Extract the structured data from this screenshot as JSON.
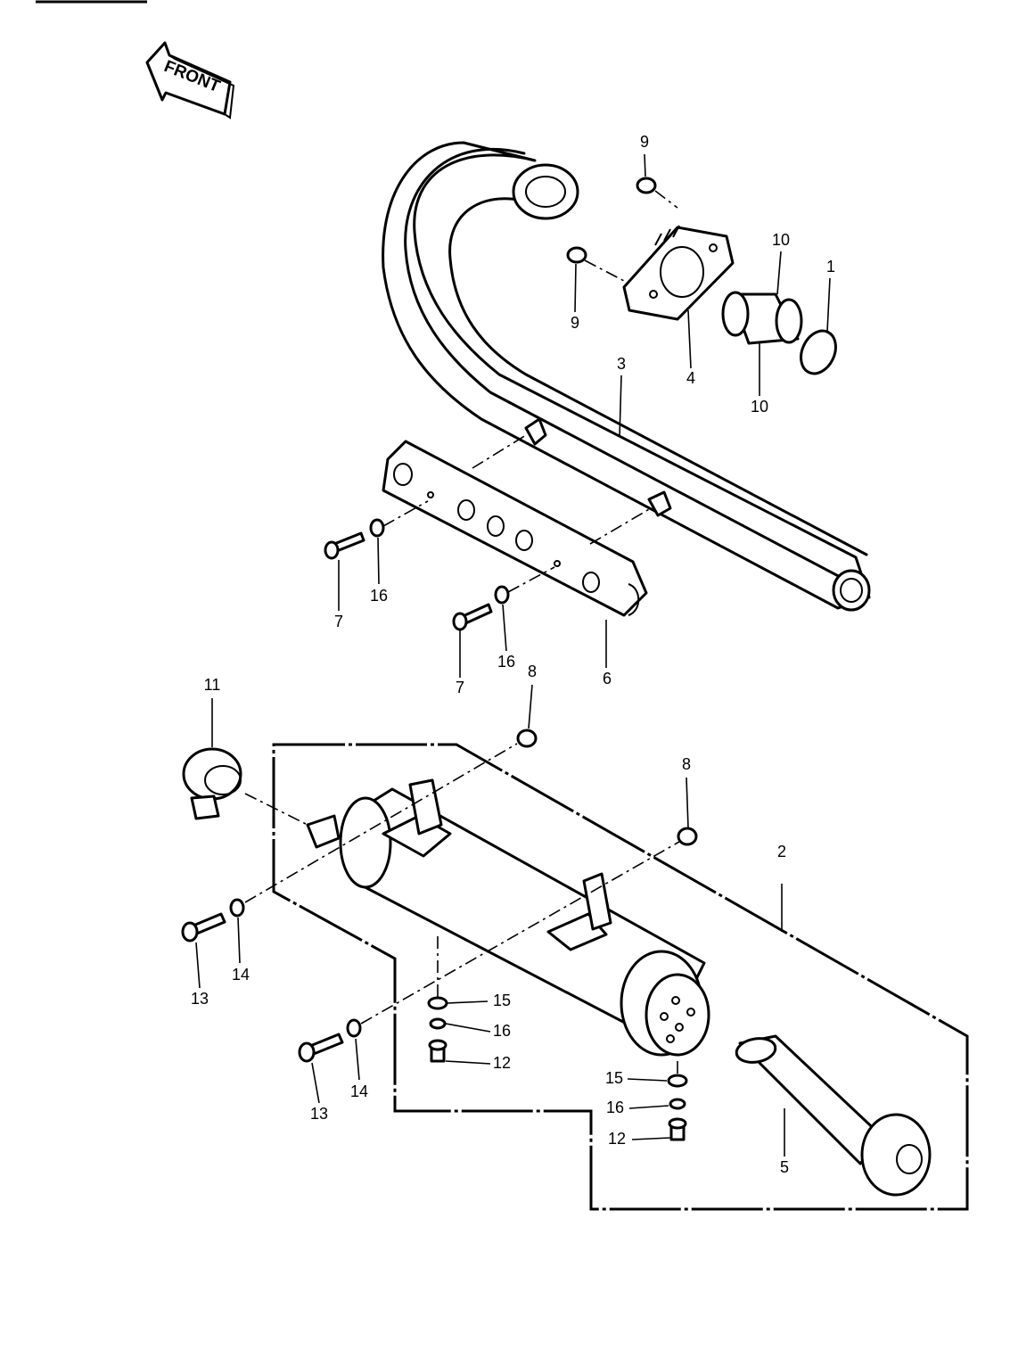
{
  "direction_label": "FRONT",
  "callouts": [
    {
      "id": "c1",
      "text": "1"
    },
    {
      "id": "c2",
      "text": "2"
    },
    {
      "id": "c3",
      "text": "3"
    },
    {
      "id": "c4",
      "text": "4"
    },
    {
      "id": "c5",
      "text": "5"
    },
    {
      "id": "c6",
      "text": "6"
    },
    {
      "id": "c7a",
      "text": "7"
    },
    {
      "id": "c7b",
      "text": "7"
    },
    {
      "id": "c8a",
      "text": "8"
    },
    {
      "id": "c8b",
      "text": "8"
    },
    {
      "id": "c9a",
      "text": "9"
    },
    {
      "id": "c9b",
      "text": "9"
    },
    {
      "id": "c10a",
      "text": "10"
    },
    {
      "id": "c10b",
      "text": "10"
    },
    {
      "id": "c11",
      "text": "11"
    },
    {
      "id": "c12a",
      "text": "12"
    },
    {
      "id": "c12b",
      "text": "12"
    },
    {
      "id": "c13a",
      "text": "13"
    },
    {
      "id": "c13b",
      "text": "13"
    },
    {
      "id": "c14a",
      "text": "14"
    },
    {
      "id": "c14b",
      "text": "14"
    },
    {
      "id": "c15a",
      "text": "15"
    },
    {
      "id": "c15b",
      "text": "15"
    },
    {
      "id": "c16a",
      "text": "16"
    },
    {
      "id": "c16b",
      "text": "16"
    },
    {
      "id": "c16c",
      "text": "16"
    },
    {
      "id": "c16d",
      "text": "16"
    }
  ]
}
